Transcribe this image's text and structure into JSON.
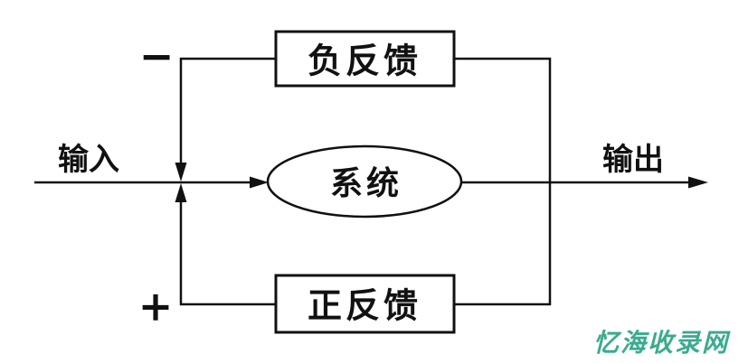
{
  "diagram": {
    "labels": {
      "input": "输入",
      "output": "输出",
      "system": "系统",
      "negative_feedback": "负反馈",
      "positive_feedback": "正反馈",
      "minus_sign": "−",
      "plus_sign": "+"
    },
    "colors": {
      "line": "#111111",
      "background": "#ffffff"
    }
  },
  "watermark": {
    "text": "忆海收录网",
    "color": "#3aab8f"
  }
}
